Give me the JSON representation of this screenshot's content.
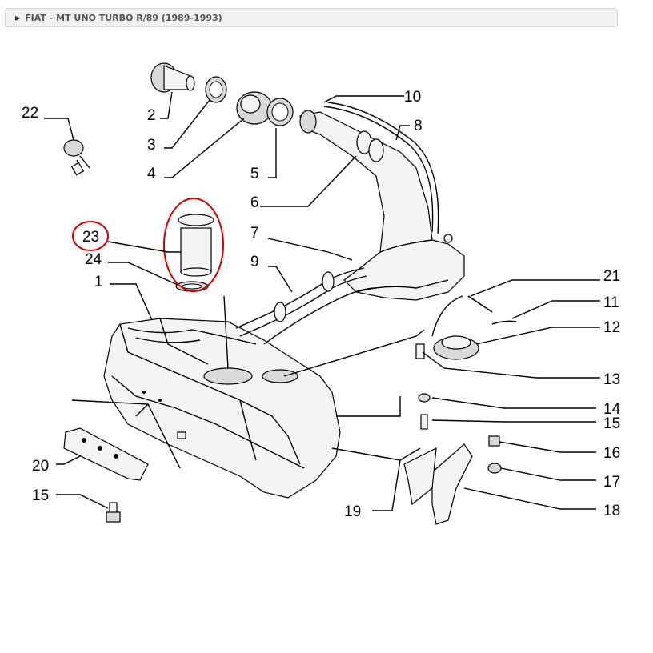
{
  "header": {
    "title": "FIAT - MT UNO TURBO R/89 (1989-1993)",
    "expand_icon": "triangle-right-icon"
  },
  "diagram": {
    "labels": [
      "1",
      "2",
      "3",
      "4",
      "5",
      "6",
      "7",
      "8",
      "9",
      "10",
      "11",
      "12",
      "13",
      "14",
      "15",
      "15",
      "16",
      "17",
      "18",
      "19",
      "20",
      "21",
      "22",
      "23",
      "24"
    ],
    "highlight_color": "#d40000",
    "highlighted_parts": [
      "23"
    ]
  }
}
